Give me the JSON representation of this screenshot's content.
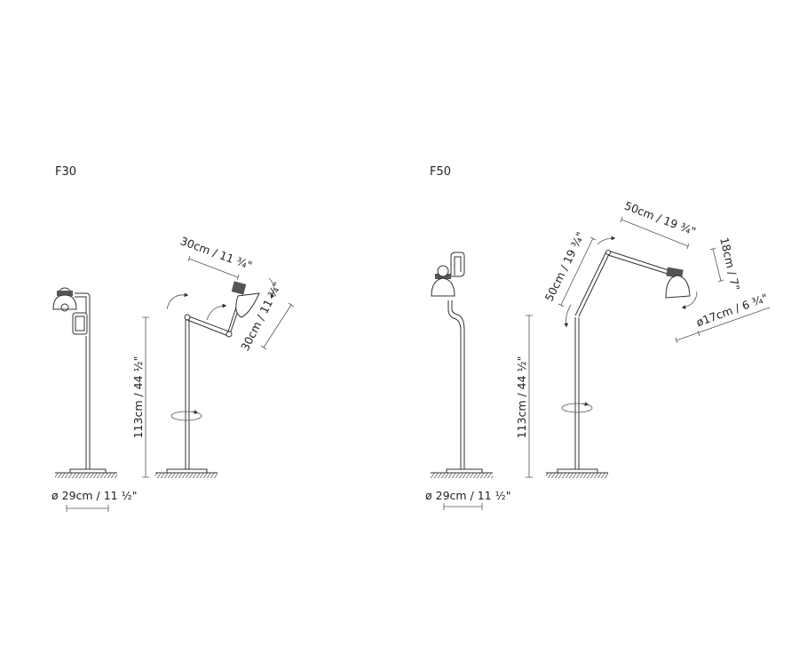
{
  "variants": [
    {
      "title": "F30",
      "base_diameter": "ø 29cm / 11 ½\"",
      "height": "113cm / 44 ½\"",
      "arm_upper": "30cm / 11 ¾\"",
      "arm_lower": "30cm / 11 ¾\""
    },
    {
      "title": "F50",
      "base_diameter": "ø 29cm / 11 ½\"",
      "height": "113cm / 44 ½\"",
      "arm_lower": "50cm / 19 ¾\"",
      "arm_upper": "50cm / 19 ¾\"",
      "shade_height": "18cm / 7\"",
      "shade_diameter": "ø17cm / 6 ¾\""
    }
  ]
}
